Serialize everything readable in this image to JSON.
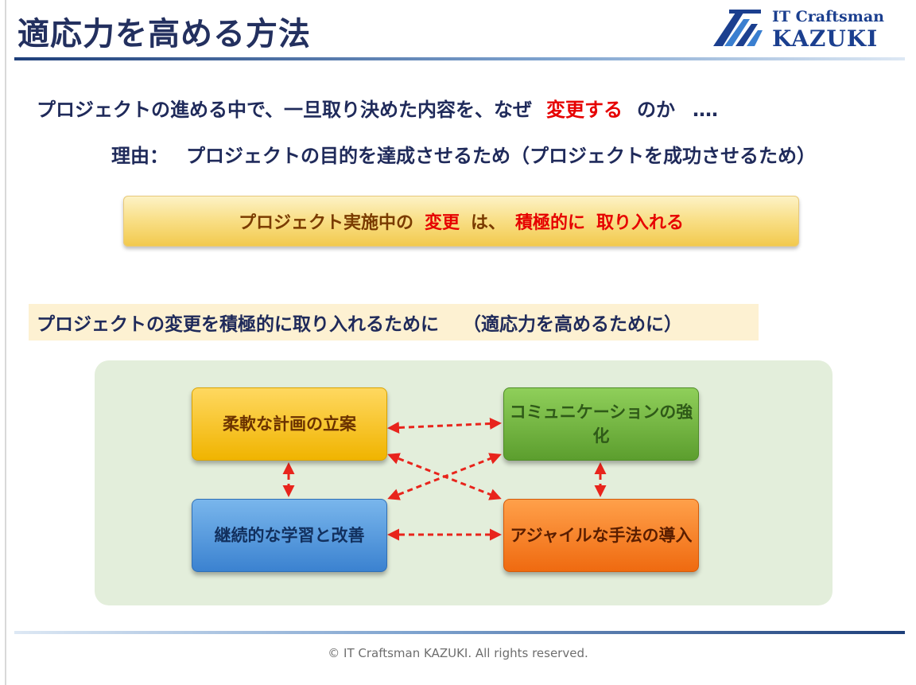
{
  "slide": {
    "title": "適応力を高める方法",
    "logo": {
      "line1": "IT Craftsman",
      "line2": "KAZUKI"
    },
    "question": {
      "before": "プロジェクトの進める中で、一旦取り決めた内容を、なぜ",
      "highlight": "変更する",
      "after": "のか",
      "dots": "‥‥"
    },
    "reason": {
      "label": "理由：",
      "text": "プロジェクトの目的を達成させるため（プロジェクトを成功させるため）"
    },
    "banner": {
      "part1": "プロジェクト実施中の",
      "part2": "変更",
      "part3": "は、",
      "part4": "積極的に",
      "part5": "取り入れる"
    },
    "subheading": {
      "main": "プロジェクトの変更を積極的に取り入れるために",
      "paren": "（適応力を高めるために）"
    },
    "boxes": {
      "flexible_planning": "柔軟な計画の立案",
      "communication": "コミュニケーションの強化",
      "learning": "継続的な学習と改善",
      "agile": "アジャイルな手法の導入"
    },
    "colors": {
      "title": "#23305f",
      "highlight_red": "#e60000",
      "arrow_red": "#e8241c",
      "panel": "#e3eedb",
      "box_yellow": "#f0b400",
      "box_green": "#5c9e2e",
      "box_blue": "#3b82d0",
      "box_orange": "#ef6a10"
    },
    "footer": "© IT Craftsman KAZUKI. All rights reserved."
  }
}
